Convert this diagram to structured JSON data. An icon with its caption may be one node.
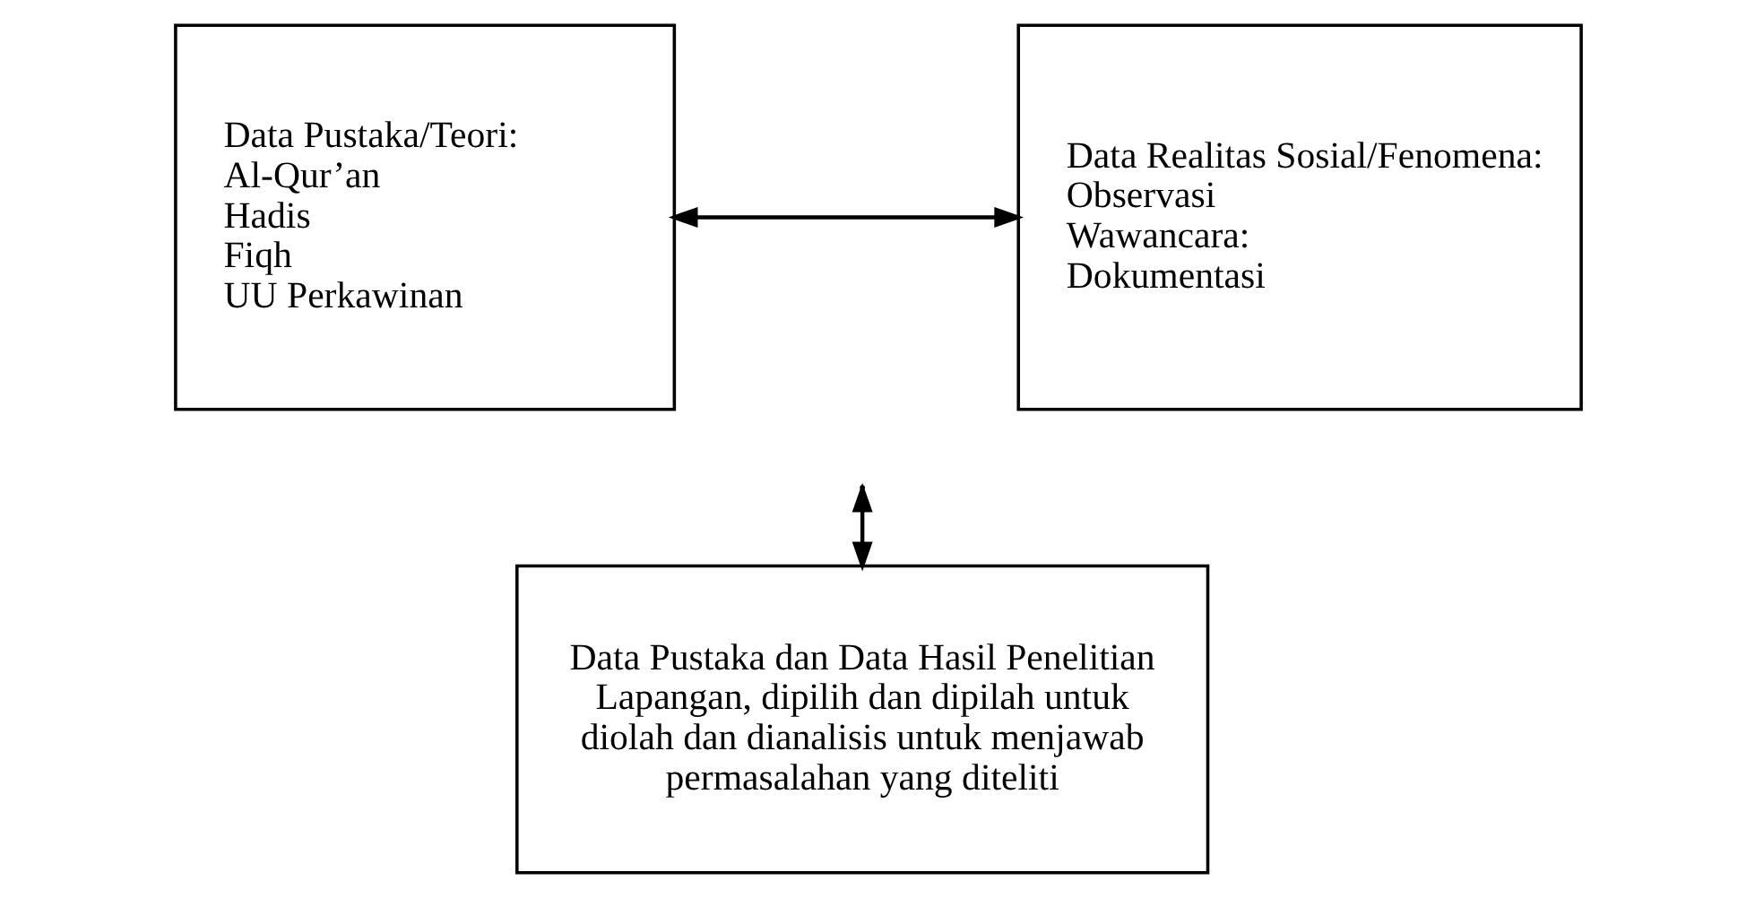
{
  "diagram": {
    "nodes": [
      {
        "text": [
          "Data Pustaka/Teori:",
          "Al-Qur’an",
          "Hadis",
          "Fiqh",
          "UU Perkawinan"
        ]
      },
      {
        "text": [
          "Data Realitas Sosial/Fenomena:",
          "Observasi",
          "Wawancara:",
          "Dokumentasi"
        ]
      },
      {
        "text": [
          "Data Pustaka dan Data Hasil Penelitian Lapangan, dipilih dan dipilah untuk diolah dan dianalisis untuk menjawab permasalahan yang diteliti"
        ]
      }
    ],
    "edges": [
      {
        "from": 0,
        "to": 1,
        "arrow": "both"
      },
      {
        "from": null,
        "to": 2,
        "arrow": "both"
      }
    ]
  }
}
